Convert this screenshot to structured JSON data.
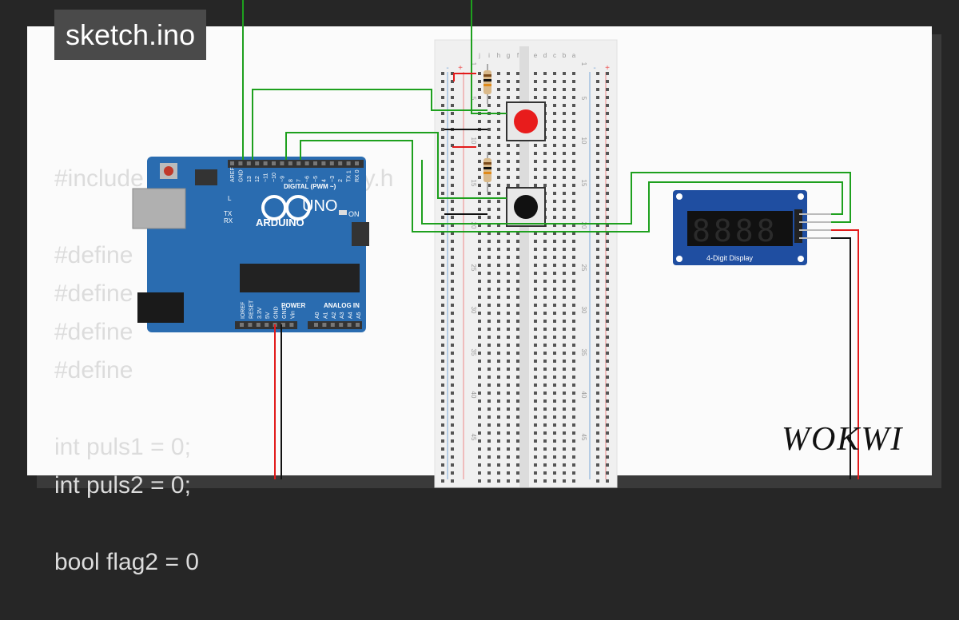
{
  "file_tab": {
    "title": "sketch.ino"
  },
  "code_lines": [
    "#include <TM1637TinyDisplay.h",
    "",
    "#define",
    "#define",
    "#define",
    "#define",
    "",
    "int puls1 = 0;",
    "int puls2 = 0;",
    "",
    "bool flag2 = 0"
  ],
  "arduino": {
    "brand": "ARDUINO",
    "model": "UNO",
    "digital_label": "DIGITAL (PWM ~)",
    "power_label": "POWER",
    "analog_label": "ANALOG IN",
    "on_label": "ON",
    "led_labels": [
      "L",
      "TX",
      "RX"
    ],
    "top_pins": [
      "AREF",
      "GND",
      "13",
      "12",
      "~11",
      "~10",
      "~9",
      "8",
      "7",
      "~6",
      "~5",
      "4",
      "~3",
      "2",
      "TX 1",
      "RX 0"
    ],
    "bottom_pins": [
      "IOREF",
      "RESET",
      "3.3V",
      "5V",
      "GND",
      "GND",
      "Vin",
      "A0",
      "A1",
      "A2",
      "A3",
      "A4",
      "A5"
    ]
  },
  "breadboard": {
    "col_letters_left": [
      "j",
      "i",
      "h",
      "g",
      "f"
    ],
    "col_letters_right": [
      "e",
      "d",
      "c",
      "b",
      "a"
    ],
    "row_numbers": [
      "1",
      "5",
      "10",
      "15",
      "20",
      "25",
      "30",
      "35",
      "40",
      "45"
    ],
    "rail_labels": [
      "-",
      "+"
    ]
  },
  "display": {
    "digits": "8888",
    "label": "4-Digit Display"
  },
  "buttons": [
    {
      "color": "#e81c1c"
    },
    {
      "color": "#111111"
    }
  ],
  "brand": {
    "logo": "WOKWI"
  },
  "colors": {
    "board": "#2a6cb0",
    "wire_green": "#1ea01e",
    "wire_red": "#e21b1b",
    "wire_black": "#111111",
    "display_pcb": "#1f4ea1"
  }
}
